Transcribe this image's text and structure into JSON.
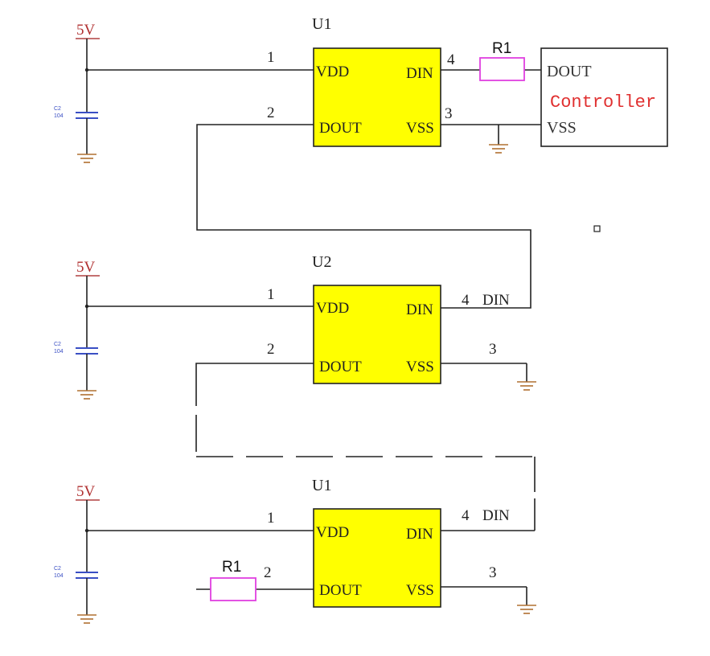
{
  "stage1": {
    "ref": "U1",
    "power": "5V",
    "cap_name": "C2",
    "cap_value": "104",
    "pins": {
      "vdd": "VDD",
      "dout": "DOUT",
      "din": "DIN",
      "vss": "VSS"
    },
    "pin_numbers": {
      "p1": "1",
      "p2": "2",
      "p3": "3",
      "p4": "4"
    },
    "resistor": "R1"
  },
  "controller": {
    "dout": "DOUT",
    "label": "Controller",
    "vss": "VSS"
  },
  "stage2": {
    "ref": "U2",
    "power": "5V",
    "cap_name": "C2",
    "cap_value": "104",
    "pins": {
      "vdd": "VDD",
      "dout": "DOUT",
      "din": "DIN",
      "vss": "VSS"
    },
    "pin_numbers": {
      "p1": "1",
      "p2": "2",
      "p3": "3",
      "p4": "4"
    },
    "din_label": "DIN"
  },
  "stage3": {
    "ref": "U1",
    "power": "5V",
    "cap_name": "C2",
    "cap_value": "104",
    "pins": {
      "vdd": "VDD",
      "dout": "DOUT",
      "din": "DIN",
      "vss": "VSS"
    },
    "pin_numbers": {
      "p1": "1",
      "p2": "2",
      "p3": "3",
      "p4": "4"
    },
    "din_label": "DIN",
    "resistor": "R1"
  },
  "colors": {
    "chip_fill": "#ffff00",
    "resistor_outline": "#e040e0",
    "power_label": "#b03030",
    "capacitor": "#3a4fc4",
    "controller_label": "#e03030"
  }
}
